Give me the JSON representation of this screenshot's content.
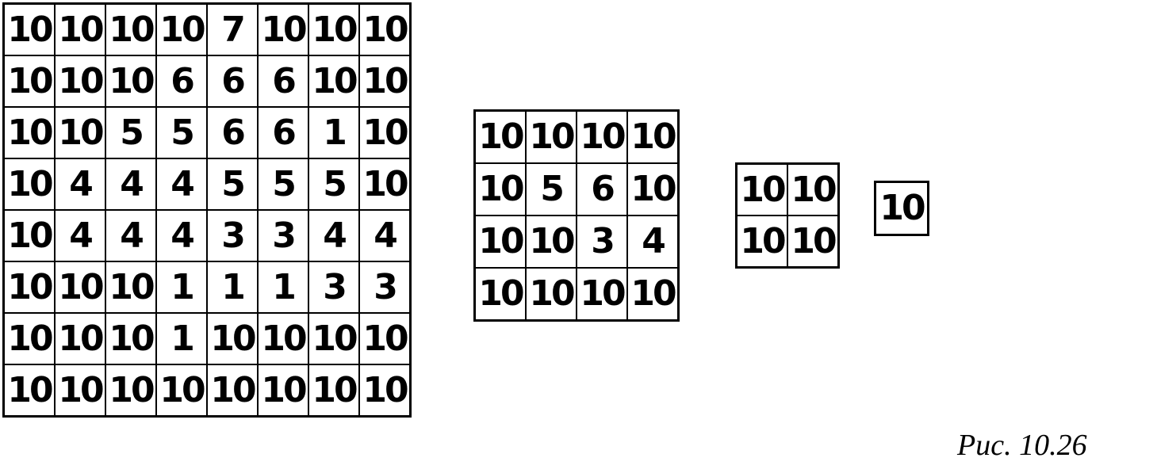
{
  "grids": [
    {
      "name": "grid-8x8",
      "rows": [
        [
          "10",
          "10",
          "10",
          "10",
          "7",
          "10",
          "10",
          "10"
        ],
        [
          "10",
          "10",
          "10",
          "6",
          "6",
          "6",
          "10",
          "10"
        ],
        [
          "10",
          "10",
          "5",
          "5",
          "6",
          "6",
          "1",
          "10"
        ],
        [
          "10",
          "4",
          "4",
          "4",
          "5",
          "5",
          "5",
          "10"
        ],
        [
          "10",
          "4",
          "4",
          "4",
          "3",
          "3",
          "4",
          "4"
        ],
        [
          "10",
          "10",
          "10",
          "1",
          "1",
          "1",
          "3",
          "3"
        ],
        [
          "10",
          "10",
          "10",
          "1",
          "10",
          "10",
          "10",
          "10"
        ],
        [
          "10",
          "10",
          "10",
          "10",
          "10",
          "10",
          "10",
          "10"
        ]
      ]
    },
    {
      "name": "grid-4x4",
      "rows": [
        [
          "10",
          "10",
          "10",
          "10"
        ],
        [
          "10",
          "5",
          "6",
          "10"
        ],
        [
          "10",
          "10",
          "3",
          "4"
        ],
        [
          "10",
          "10",
          "10",
          "10"
        ]
      ]
    },
    {
      "name": "grid-2x2",
      "rows": [
        [
          "10",
          "10"
        ],
        [
          "10",
          "10"
        ]
      ]
    },
    {
      "name": "grid-1x1",
      "rows": [
        [
          "10"
        ]
      ]
    }
  ],
  "caption": "Рис. 10.26"
}
